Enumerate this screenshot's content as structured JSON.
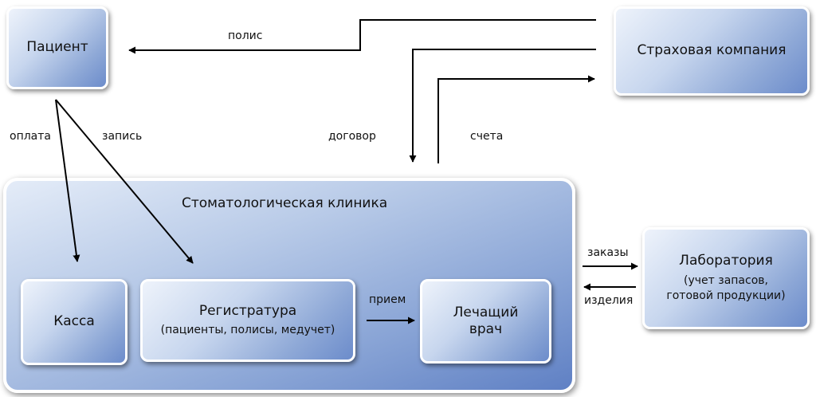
{
  "patient": {
    "title": "Пациент"
  },
  "insurer": {
    "title": "Страховая компания"
  },
  "clinic": {
    "title": "Стоматологическая клиника",
    "cashier": {
      "title": "Касса"
    },
    "registry": {
      "title": "Регистратура",
      "subtitle": "(пациенты, полисы, медучет)"
    },
    "doctor": {
      "title_line1": "Лечащий",
      "title_line2": "врач"
    }
  },
  "laboratory": {
    "title": "Лаборатория",
    "subtitle_line1": "(учет запасов,",
    "subtitle_line2": "готовой продукции)"
  },
  "edges": {
    "policy": "полис",
    "payment": "оплата",
    "appointment": "запись",
    "contract": "договор",
    "invoices": "счета",
    "reception": "прием",
    "orders": "заказы",
    "products": "изделия"
  }
}
